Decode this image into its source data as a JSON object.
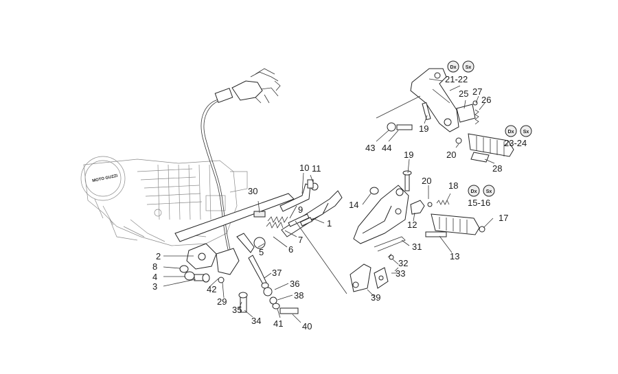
{
  "labels": {
    "n1": "1",
    "n2": "2",
    "n3": "3",
    "n4": "4",
    "n5": "5",
    "n6": "6",
    "n7": "7",
    "n8": "8",
    "n9": "9",
    "n10": "10",
    "n11": "11",
    "n12": "12",
    "n13": "13",
    "n14": "14",
    "n15_16": "15-16",
    "n17": "17",
    "n18": "18",
    "n19a": "19",
    "n19b": "19",
    "n20a": "20",
    "n20b": "20",
    "n21_22": "21-22",
    "n23_24": "23-24",
    "n25": "25",
    "n26": "26",
    "n27": "27",
    "n28": "28",
    "n29": "29",
    "n30": "30",
    "n31": "31",
    "n32": "32",
    "n33": "33",
    "n34": "34",
    "n35": "35",
    "n36": "36",
    "n37": "37",
    "n38": "38",
    "n39": "39",
    "n40": "40",
    "n41": "41",
    "n42": "42",
    "n43": "43",
    "n44": "44"
  },
  "side_badges": {
    "dx": "Dx",
    "sx": "Sx"
  },
  "logo": "MOTO GUZZI",
  "colors": {
    "line": "#333333",
    "text": "#1a1a1a",
    "background": "#ffffff"
  }
}
